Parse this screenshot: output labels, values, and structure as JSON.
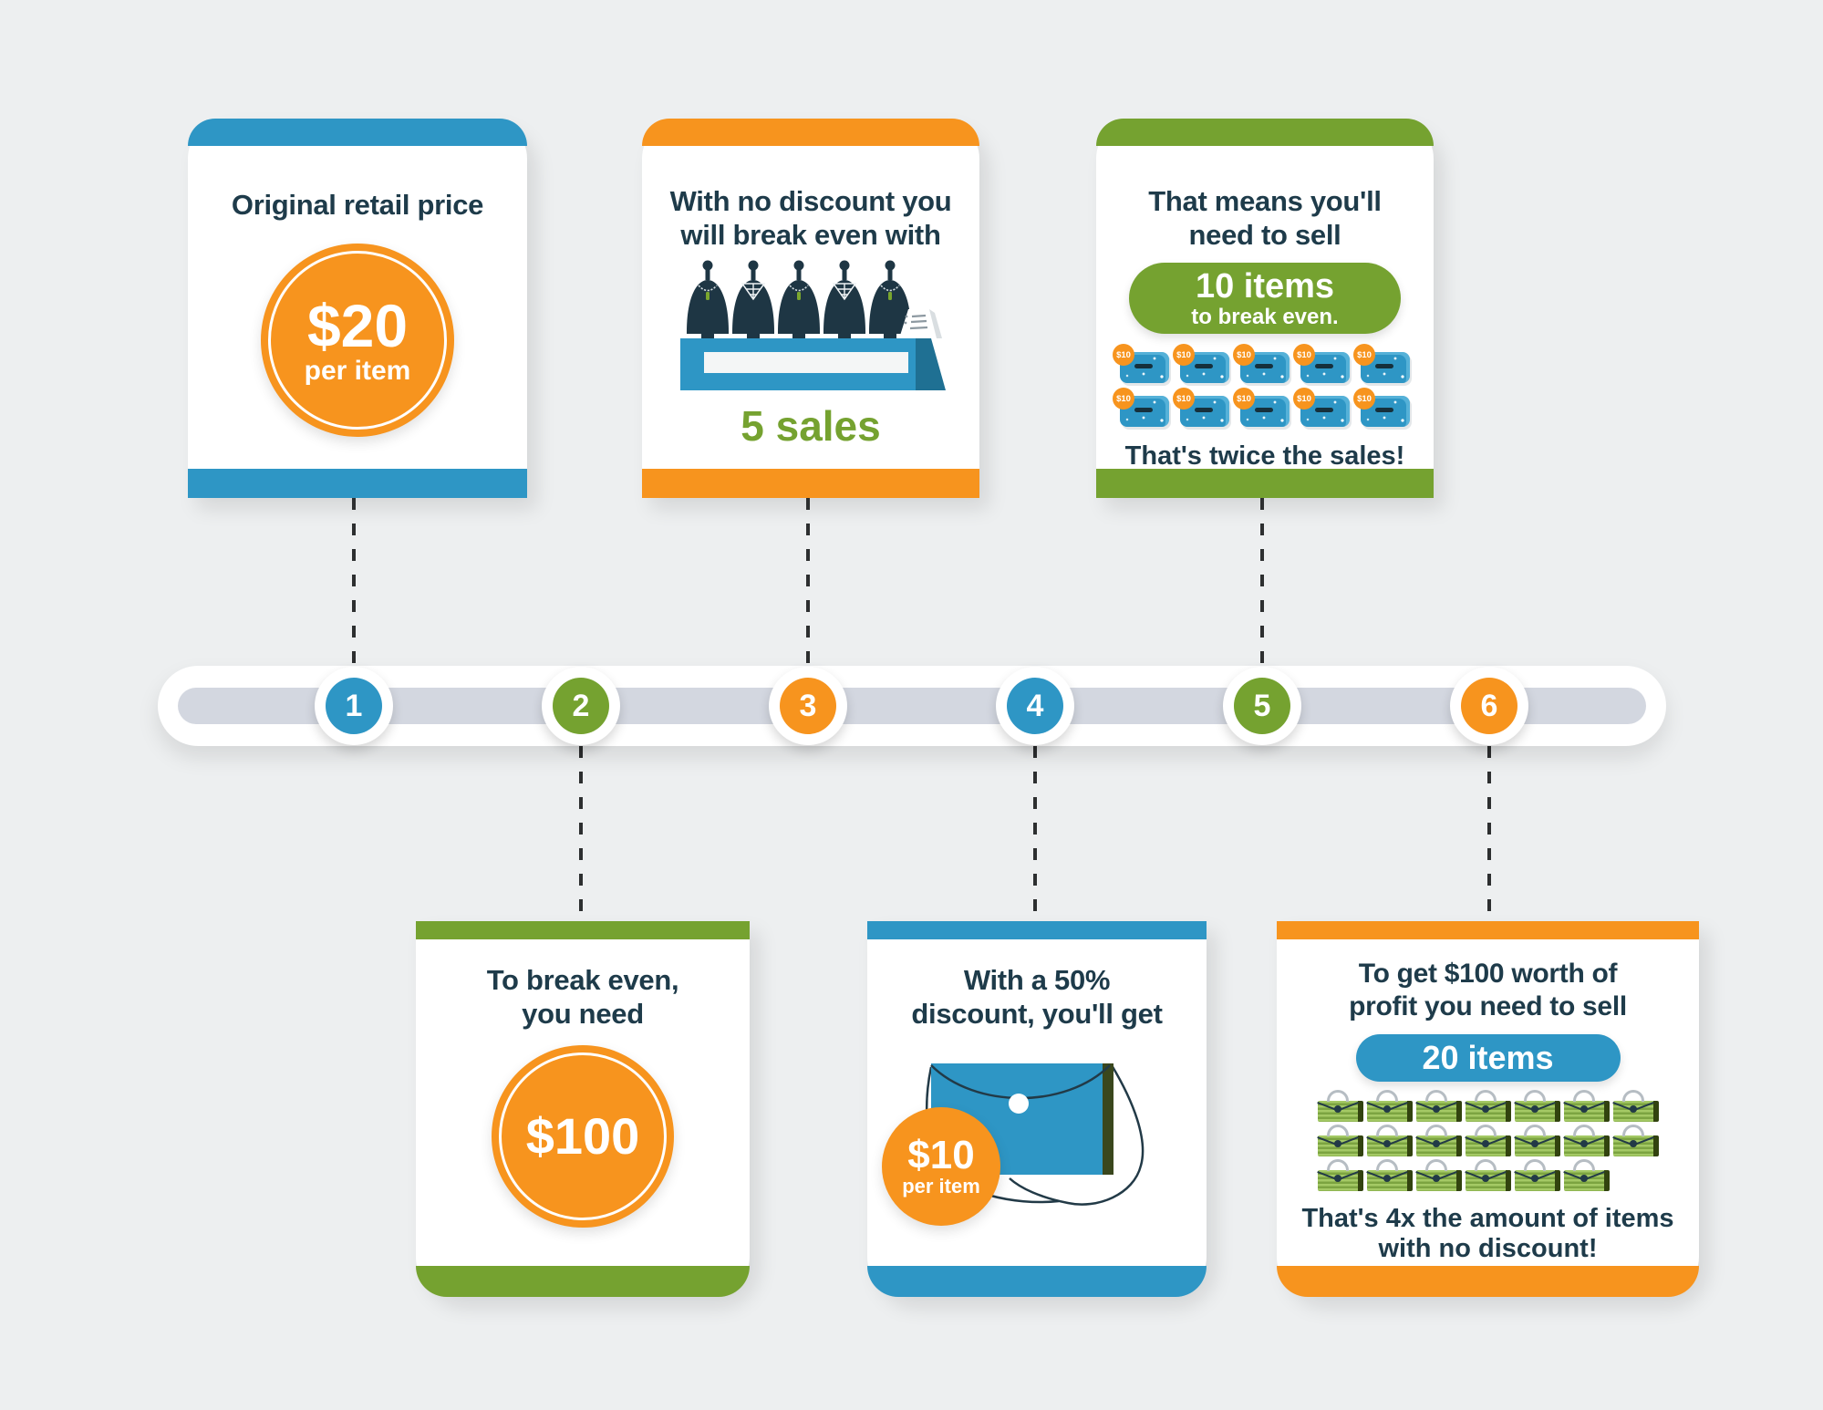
{
  "palette": {
    "blue": "#2e96c5",
    "orange": "#f7941e",
    "green": "#75a230",
    "navy_text": "#1e3b4a",
    "track_gray": "#d3d7e0",
    "background": "#edeff0",
    "card_white": "#ffffff"
  },
  "timeline": {
    "markers": [
      {
        "label": "1",
        "color": "#2e96c5"
      },
      {
        "label": "2",
        "color": "#75a230"
      },
      {
        "label": "3",
        "color": "#f7941e"
      },
      {
        "label": "4",
        "color": "#2e96c5"
      },
      {
        "label": "5",
        "color": "#75a230"
      },
      {
        "label": "6",
        "color": "#f7941e"
      }
    ]
  },
  "cards": [
    {
      "step": "1",
      "accent": "#2e96c5",
      "title": "Original retail price",
      "circle": {
        "value": "$20",
        "caption": "per item"
      }
    },
    {
      "step": "2",
      "accent": "#f7941e",
      "title": "With no discount you\nwill break even with",
      "result": "5 sales"
    },
    {
      "step": "3",
      "accent": "#75a230",
      "title": "That means you'll\nneed to sell",
      "pill": {
        "value": "10 items",
        "caption": "to break even."
      },
      "icons": {
        "type": "wallet",
        "count": 10,
        "per_row": 5,
        "badge": "$10"
      },
      "caption": "That's twice the sales!"
    },
    {
      "step": "4",
      "accent": "#75a230",
      "title": "To break even,\nyou need",
      "circle": {
        "value": "$100",
        "caption": ""
      }
    },
    {
      "step": "5",
      "accent": "#2e96c5",
      "title": "With a 50%\ndiscount, you'll get",
      "circle": {
        "value": "$10",
        "caption": "per item"
      }
    },
    {
      "step": "6",
      "accent": "#f7941e",
      "title": "To get $100 worth of\nprofit you need to sell",
      "pill": {
        "value": "20 items",
        "caption": ""
      },
      "icons": {
        "type": "handbag",
        "count": 20,
        "per_row": 7
      },
      "caption": "That's 4x the amount of items\nwith no discount!"
    }
  ]
}
